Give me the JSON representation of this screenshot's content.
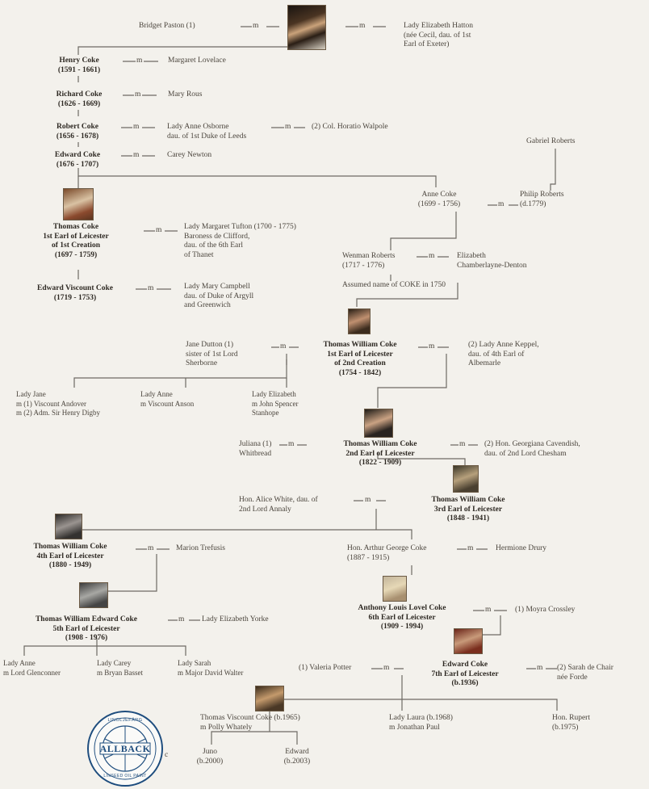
{
  "people": {
    "bridget_paston": "Bridget Paston (1)",
    "elizabeth_hatton": "Lady Elizabeth Hatton\n(née Cecil, dau. of 1st\nEarl of Exeter)",
    "henry_coke": "Henry Coke\n(1591 - 1661)",
    "margaret_lovelace": "Margaret Lovelace",
    "richard_coke": "Richard Coke\n(1626 - 1669)",
    "mary_rous": "Mary Rous",
    "robert_coke": "Robert Coke\n(1656 - 1678)",
    "anne_osborne": "Lady Anne Osborne\ndau. of 1st Duke of Leeds",
    "horatio_walpole": "(2) Col. Horatio Walpole",
    "edward_coke": "Edward Coke\n(1676 - 1707)",
    "carey_newton": "Carey Newton",
    "gabriel_roberts": "Gabriel Roberts",
    "anne_coke": "Anne Coke\n(1699 - 1756)",
    "philip_roberts": "Philip Roberts\n(d.1779)",
    "thomas_coke_1": "Thomas Coke\n1st Earl of Leicester\nof 1st Creation\n(1697 - 1759)",
    "margaret_tufton": "Lady Margaret Tufton (1700 - 1775)\nBaroness de Clifford,\ndau. of the 6th Earl\nof Thanet",
    "wenman_roberts": "Wenman Roberts\n(1717 - 1776)",
    "elizabeth_denton": "Elizabeth\nChamberlayne-Denton",
    "assumed_name": "Assumed name of COKE in 1750",
    "edward_viscount": "Edward Viscount Coke\n(1719 - 1753)",
    "mary_campbell": "Lady Mary Campbell\ndau. of Duke of Argyll\nand Greenwich",
    "jane_dutton": "Jane Dutton (1)\nsister of 1st Lord\nSherborne",
    "twc_1": "Thomas William Coke\n1st Earl of Leicester\nof 2nd Creation\n(1754 - 1842)",
    "anne_keppel": "(2) Lady Anne Keppel,\ndau. of 4th Earl of\nAlbemarle",
    "lady_jane": "Lady Jane\nm (1) Viscount Andover\nm (2) Adm. Sir Henry Digby",
    "lady_anne": "Lady Anne\nm Viscount Anson",
    "lady_elizabeth": "Lady Elizabeth\nm John Spencer\nStanhope",
    "juliana_whitbread": "Juliana (1)\nWhitbread",
    "twc_2": "Thomas William Coke\n2nd Earl of Leicester\n(1822 - 1909)",
    "georgiana_cavendish": "(2) Hon. Georgiana Cavendish,\ndau. of 2nd Lord Chesham",
    "alice_white": "Hon. Alice White, dau. of\n2nd Lord Annaly",
    "twc_3": "Thomas William Coke\n3rd Earl of Leicester\n(1848 - 1941)",
    "twc_4": "Thomas William Coke\n4th Earl of Leicester\n(1880 - 1949)",
    "marion_trefusis": "Marion Trefusis",
    "arthur_coke": "Hon. Arthur George Coke\n(1887 - 1915)",
    "hermione_drury": "Hermione Drury",
    "anthony_coke": "Anthony Louis Lovel Coke\n6th Earl of Leicester\n(1909 - 1994)",
    "moyra_crossley": "(1) Moyra Crossley",
    "twec_5": "Thomas William Edward Coke\n5th Earl of Leicester\n(1908 - 1976)",
    "elizabeth_yorke": "Lady Elizabeth Yorke",
    "lady_anne_2": "Lady Anne\nm Lord Glenconner",
    "lady_carey": "Lady Carey\nm Bryan Basset",
    "lady_sarah": "Lady Sarah\nm Major David Walter",
    "valeria_potter": "(1) Valeria Potter",
    "edward_coke_7": "Edward Coke\n7th Earl of Leicester\n(b.1936)",
    "sarah_de_chair": "(2) Sarah de Chair\nnée Forde",
    "thomas_viscount": "Thomas Viscount Coke (b.1965)\nm Polly Whately",
    "lady_laura": "Lady Laura (b.1968)\nm Jonathan Paul",
    "hon_rupert": "Hon. Rupert\n(b.1975)",
    "clipped_c": "c",
    "juno": "Juno\n(b.2000)",
    "edward_child": "Edward\n(b.2003)"
  },
  "marriage_mark": "m",
  "seal": {
    "top_text": "LINOLJEFÄRG",
    "name": "ALLBACK",
    "bottom_text": "LINSEED OIL PAINT"
  },
  "colors": {
    "line": "#6e6a64",
    "background": "#f3f1ec",
    "seal_blue": "#1e4d7e"
  }
}
